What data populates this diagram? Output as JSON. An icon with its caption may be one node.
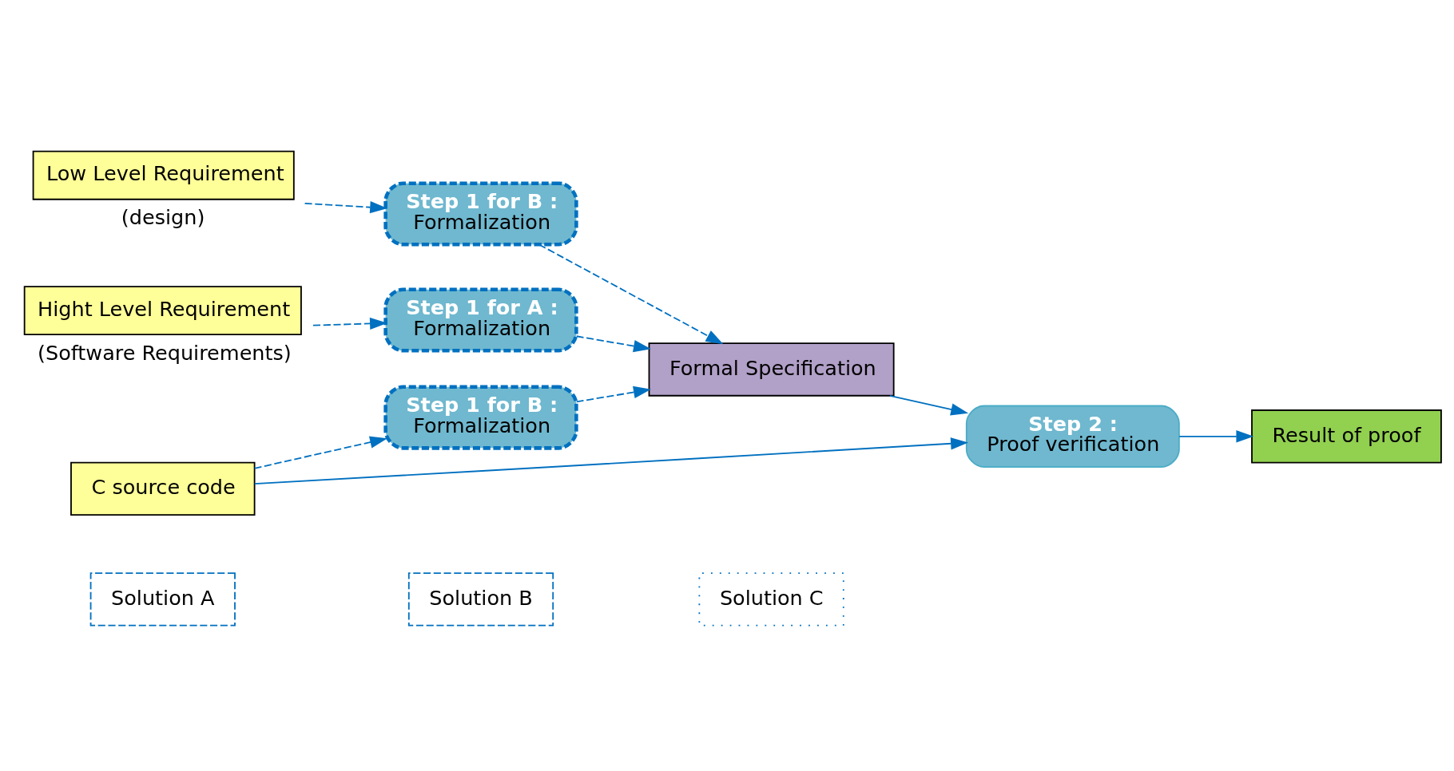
{
  "diagram": {
    "nodes": [
      {
        "text": [
          "Solution A"
        ]
      },
      {
        "text": [
          "Solution B"
        ]
      },
      {
        "text": [
          "Solution C"
        ]
      },
      {
        "text": [
          "Hight Level Requirement"
        ],
        "beside": [
          "(Software Requirements)"
        ]
      },
      {
        "text": [
          "Low Level Requirement"
        ],
        "beside": [
          "(design)"
        ]
      },
      {
        "text": [
          "Step 1 for A :",
          "Formalization"
        ]
      },
      {
        "text": [
          "Step 1 for B :",
          "Formalization"
        ]
      },
      {
        "text": [
          "Step 1 for B :",
          "Formalization"
        ]
      },
      {
        "text": [
          "Formal Specification"
        ]
      },
      {
        "text": [
          "Step 2 :",
          "Proof verification"
        ]
      },
      {
        "text": [
          "Result of proof"
        ]
      },
      {
        "text": [
          "C source code"
        ]
      }
    ],
    "edges": [
      {
        "from": 3,
        "to": 5,
        "arrow": "to",
        "style": "dashed"
      },
      {
        "from": 4,
        "to": 6,
        "arrow": "to",
        "style": "dashed"
      },
      {
        "from": 5,
        "to": 8,
        "arrow": "to",
        "style": "dashed"
      },
      {
        "from": 6,
        "to": 8,
        "arrow": "to",
        "style": "dashed"
      },
      {
        "from": 7,
        "to": 8,
        "arrow": "to",
        "style": "dashed"
      },
      {
        "from": 11,
        "to": 7,
        "arrow": "to",
        "style": "dashed"
      },
      {
        "from": 8,
        "to": 9,
        "arrow": "to"
      },
      {
        "from": 9,
        "to": 10,
        "arrow": "to"
      },
      {
        "from": 11,
        "to": 9,
        "arrow": "to"
      }
    ]
  }
}
